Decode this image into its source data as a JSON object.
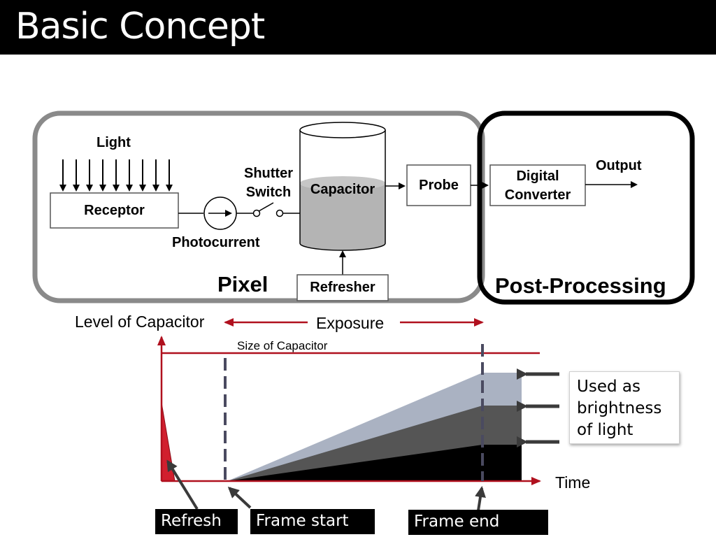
{
  "title": "Basic Concept",
  "pixel_block": {
    "light": "Light",
    "receptor": "Receptor",
    "photocurrent": "Photocurrent",
    "shutter_switch_1": "Shutter",
    "shutter_switch_2": "Switch",
    "capacitor": "Capacitor",
    "probe": "Probe",
    "refresher": "Refresher",
    "label": "Pixel"
  },
  "post_block": {
    "digital_converter_1": "Digital",
    "digital_converter_2": "Converter",
    "output": "Output",
    "label": "Post-Processing"
  },
  "graph": {
    "ylabel": "Level of Capacitor",
    "exposure": "Exposure",
    "capacity_line": "Size of Capacitor",
    "xlabel": "Time",
    "note_lines": [
      "Used as",
      "brightness",
      "of light"
    ]
  },
  "tags": {
    "refresh": "Refresh",
    "frame_start": "Frame start",
    "frame_end": "Frame end"
  },
  "colors": {
    "accent_red": "#b0101e",
    "pixel_border": "#8a8a8a",
    "post_border": "#000000",
    "level_light": "#aab2c2",
    "level_mid": "#555555",
    "level_dark": "#000000",
    "capacitor_fill": "#b4b4b4"
  }
}
